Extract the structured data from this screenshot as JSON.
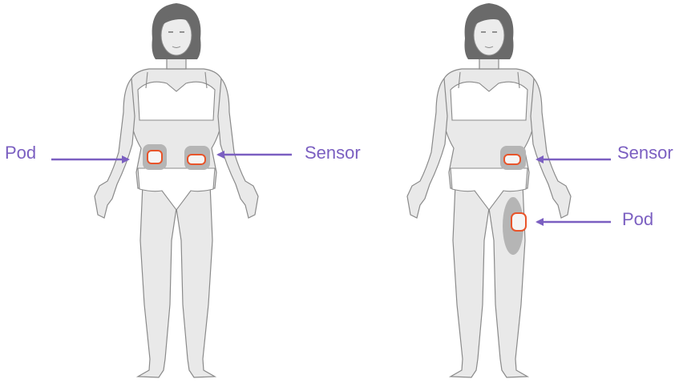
{
  "colors": {
    "accent": "#7b5fc1",
    "skin": "#e9e9e9",
    "outline": "#8a8a8a",
    "hair": "#6a6a6a",
    "garment": "#ffffff",
    "site_shade": "#b5b5b5",
    "device_ring": "#e8542a",
    "device_body": "#f5f5f5"
  },
  "figures": [
    {
      "callouts": {
        "pod": "Pod",
        "sensor": "Sensor"
      },
      "placement": "Pod on left abdomen, Sensor on right abdomen"
    },
    {
      "callouts": {
        "sensor": "Sensor",
        "pod": "Pod"
      },
      "placement": "Sensor on right abdomen, Pod on right thigh"
    }
  ]
}
